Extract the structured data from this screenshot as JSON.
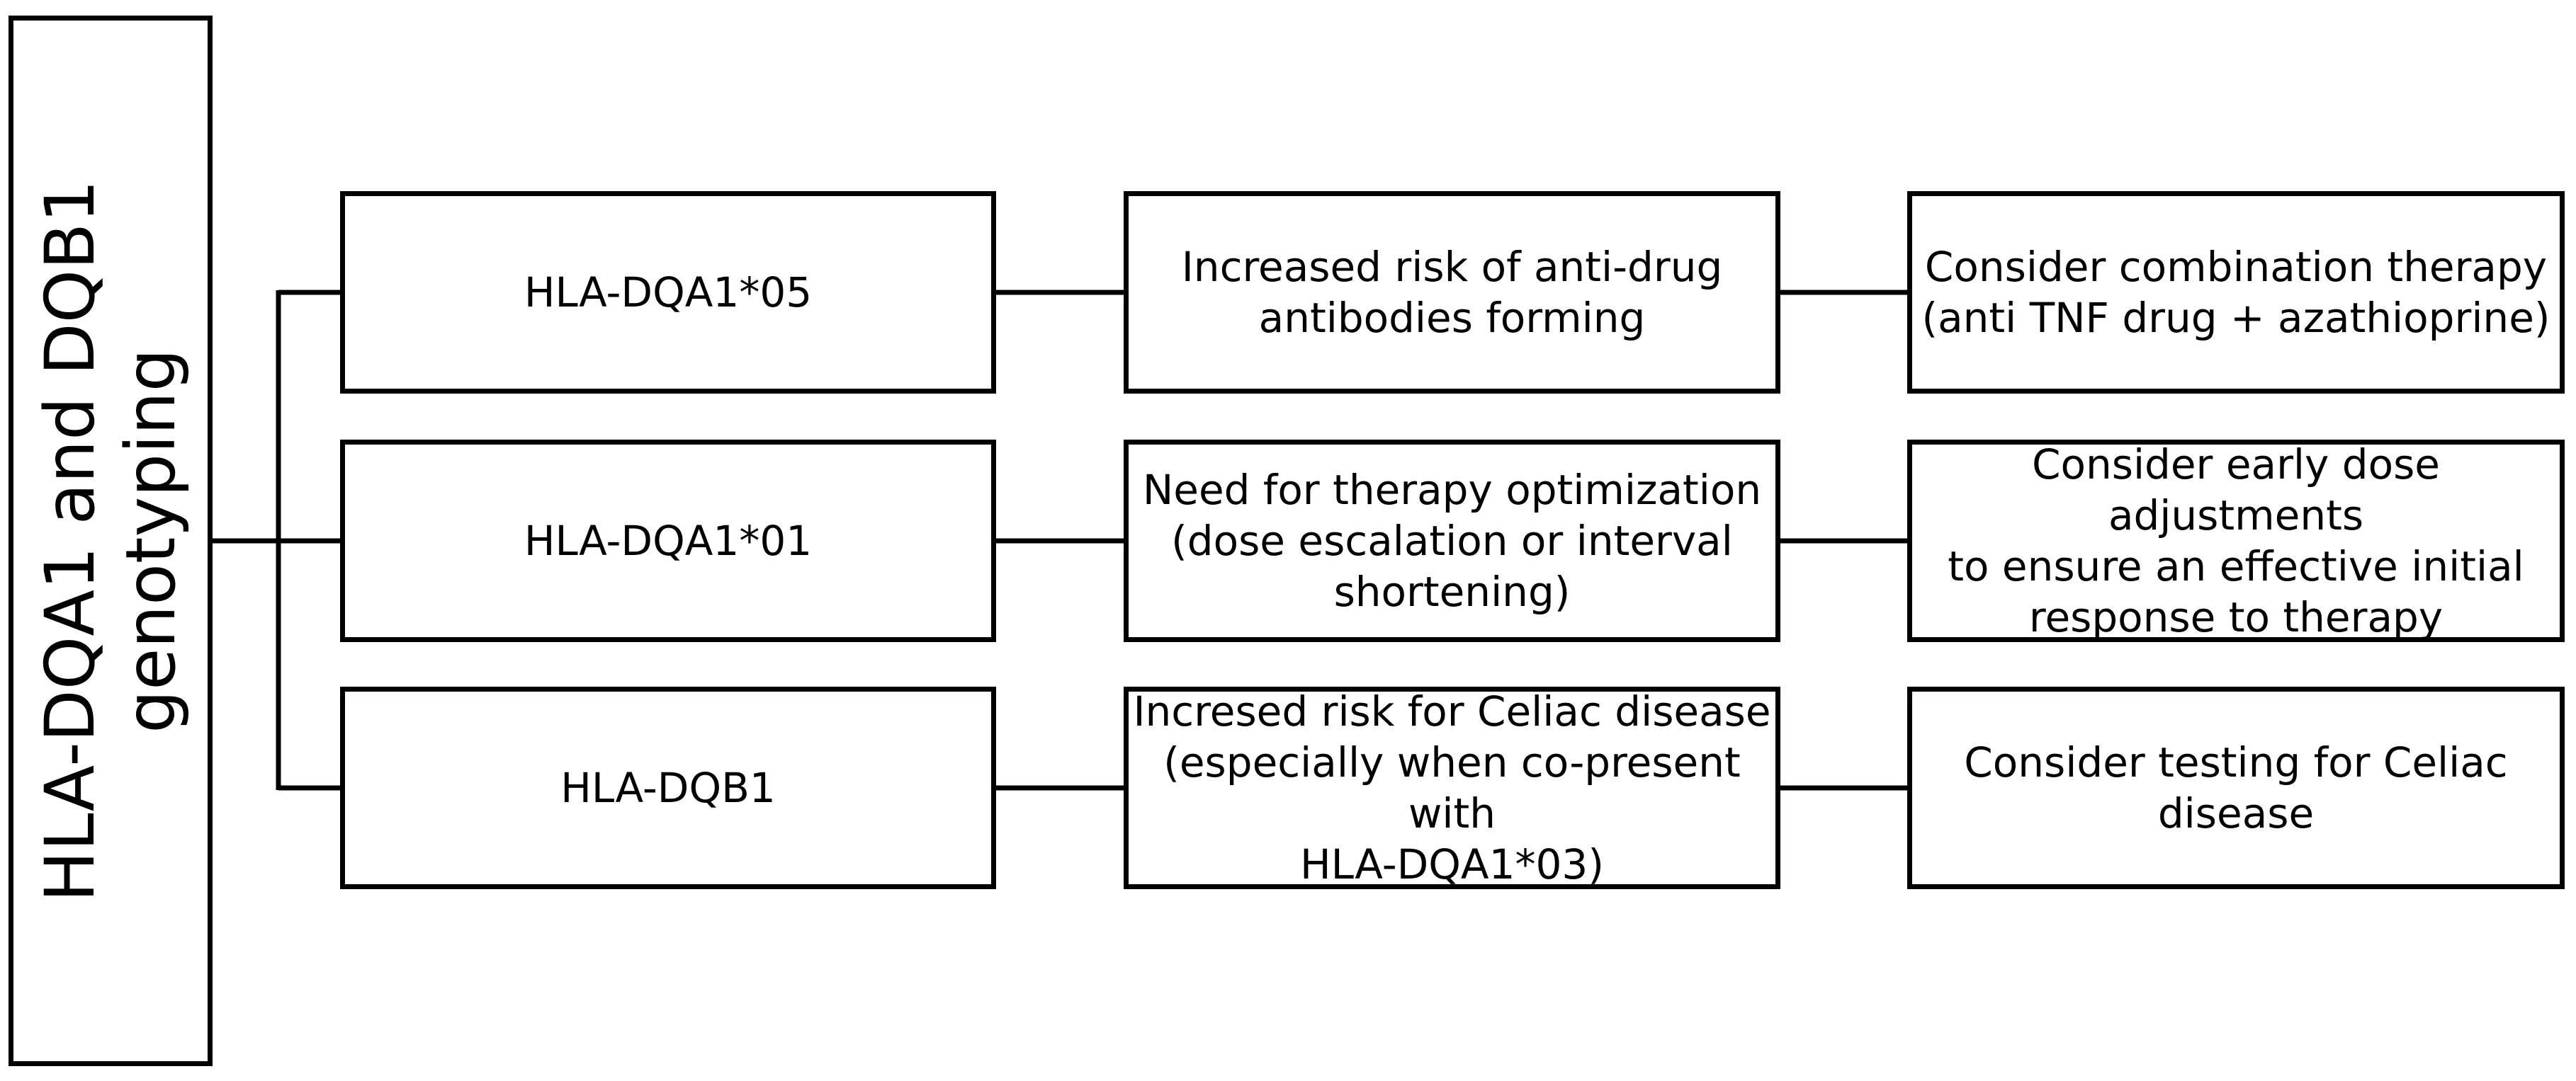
{
  "root": {
    "label": "HLA-DQA1 and DQB1\ngenotyping"
  },
  "rows": [
    {
      "genotype": "HLA-DQA1*05",
      "finding": "Increased risk of anti-drug\nantibodies forming",
      "recommendation": "Consider combination therapy\n(anti TNF drug + azathioprine)"
    },
    {
      "genotype": "HLA-DQA1*01",
      "finding": "Need for therapy optimization\n(dose escalation or interval\nshortening)",
      "recommendation": "Consider early dose adjustments\nto ensure an effective initial\nresponse to therapy"
    },
    {
      "genotype": "HLA-DQB1",
      "finding": "Incresed risk for Celiac disease\n(especially when co-present with\nHLA-DQA1*03)",
      "recommendation": "Consider testing for Celiac\ndisease"
    }
  ]
}
